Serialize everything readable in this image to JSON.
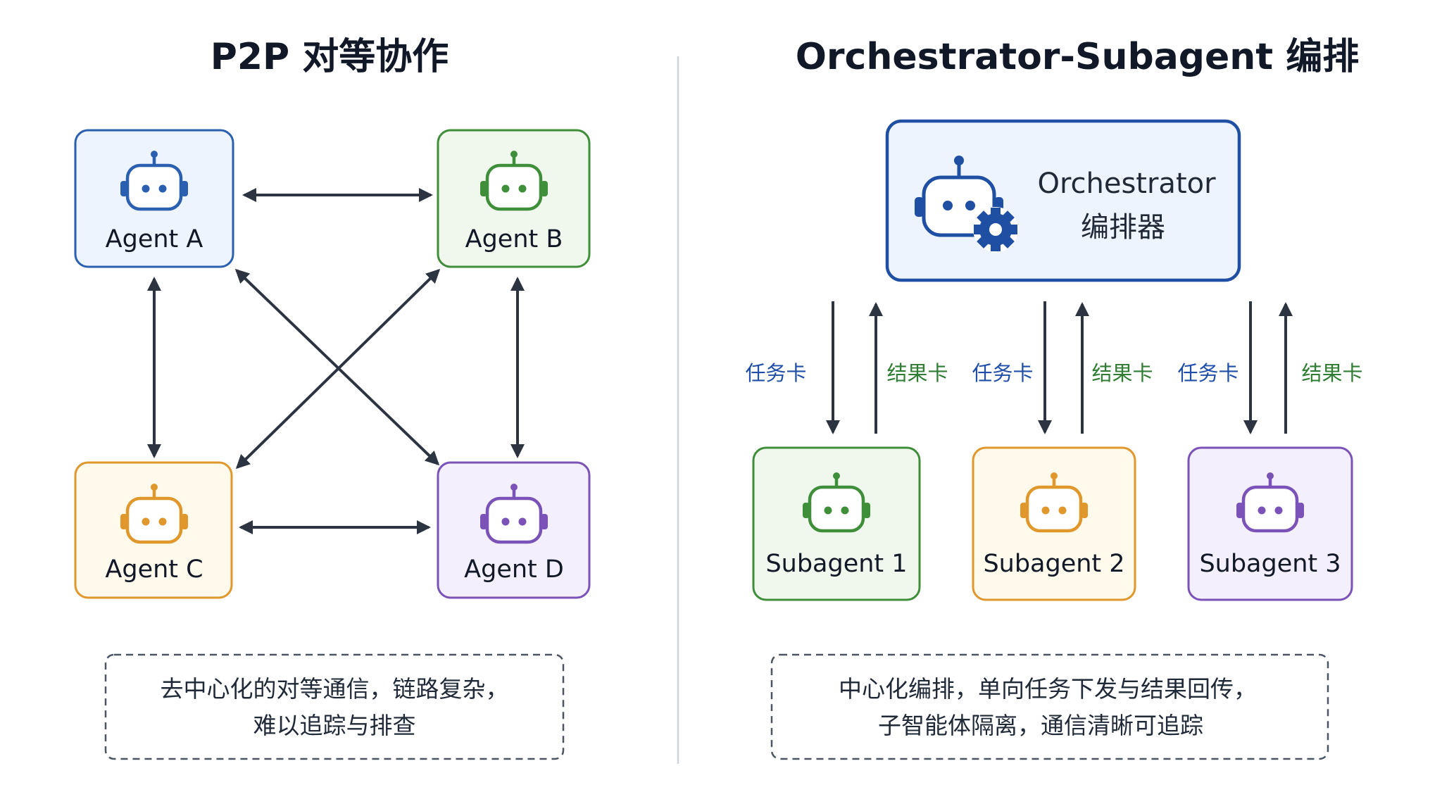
{
  "left_panel": {
    "title": "P2P 对等协作",
    "agents": [
      {
        "label": "Agent A",
        "color": "#2b5fb0",
        "fill": "#eef4fd"
      },
      {
        "label": "Agent B",
        "color": "#3f8f3a",
        "fill": "#f0f8ee"
      },
      {
        "label": "Agent C",
        "color": "#e0972b",
        "fill": "#fffaeb"
      },
      {
        "label": "Agent D",
        "color": "#7a52b8",
        "fill": "#f4effc"
      }
    ],
    "caption": {
      "line1": "去中心化的对等通信，链路复杂，",
      "line2": "难以追踪与排查"
    }
  },
  "right_panel": {
    "title": "Orchestrator-Subagent 编排",
    "orchestrator": {
      "label_en": "Orchestrator",
      "label_zh": "编排器",
      "color": "#1e4fa3",
      "fill": "#eef4fd",
      "icon": "robot-gear-icon"
    },
    "subagents": [
      {
        "label": "Subagent 1",
        "color": "#3f8f3a",
        "fill": "#f0f8ee"
      },
      {
        "label": "Subagent 2",
        "color": "#e0972b",
        "fill": "#fffaeb"
      },
      {
        "label": "Subagent 3",
        "color": "#7a52b8",
        "fill": "#f4effc"
      }
    ],
    "task_label": "任务卡",
    "result_label": "结果卡",
    "task_color": "#1f4fa8",
    "result_color": "#2e7d32",
    "caption": {
      "line1": "中心化编排，单向任务下发与结果回传，",
      "line2": "子智能体隔离，通信清晰可追踪"
    }
  },
  "colors": {
    "arrow": "#2b3440",
    "divider": "#cfd4dc",
    "caption_border": "#4b5563"
  }
}
